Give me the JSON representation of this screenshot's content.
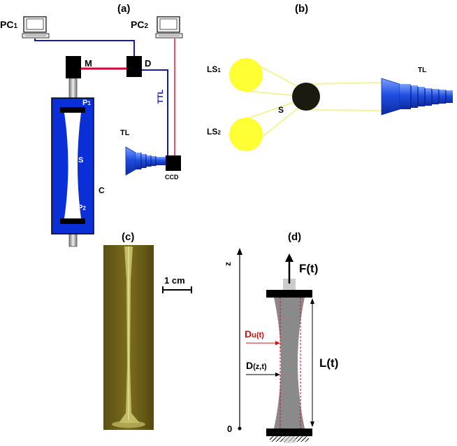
{
  "panels": {
    "a": {
      "label": "(a)",
      "pc1": {
        "base": "PC",
        "sub": "1"
      },
      "pc2": {
        "base": "PC",
        "sub": "2"
      },
      "m": "M",
      "d": "D",
      "p1": {
        "base": "P",
        "sub": "1"
      },
      "s": "S",
      "p2": {
        "base": "P",
        "sub": "2"
      },
      "c": "C",
      "ttl": "TTL",
      "tl": "TL",
      "ccd": "CCD"
    },
    "b": {
      "label": "(b)",
      "ls1": {
        "base": "LS",
        "sub": "1"
      },
      "ls2": {
        "base": "LS",
        "sub": "2"
      },
      "s": "S",
      "tl": "TL"
    },
    "c": {
      "label": "(c)",
      "scale": "1 cm"
    },
    "d": {
      "label": "(d)",
      "z": "z",
      "zero": "0",
      "force": "F(t)",
      "du": {
        "base": "D",
        "paren": "u(t)"
      },
      "dzt": {
        "base": "D",
        "paren": "(z,t)"
      },
      "length": "L(t)"
    }
  },
  "colors": {
    "blue_line": "#1a1aa8",
    "red_line": "#e0003a",
    "pink_line": "#e8507a",
    "cell_blue": "#0a2fd6",
    "lens_blue": "#2a5ae0",
    "sphere_yellow": "#ffff33",
    "beam_yellow": "#f3f39a",
    "label_red": "#cc1111",
    "photo_bg": "#6b6018",
    "sample_gray": "#8a8a8a"
  },
  "icons": [
    "computer-icon",
    "telescopic-lens-icon",
    "ccd-camera-icon",
    "light-source-icon",
    "up-arrow-icon"
  ]
}
